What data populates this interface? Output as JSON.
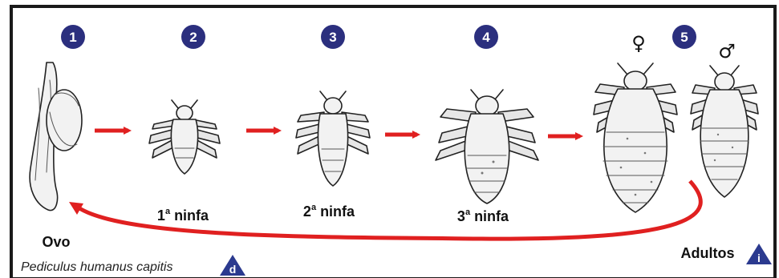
{
  "stages": [
    {
      "number": "1",
      "label": "Ovo"
    },
    {
      "number": "2",
      "label_main": "1",
      "label_sup": "a",
      "label_rest": " ninfa"
    },
    {
      "number": "3",
      "label_main": "2",
      "label_sup": "a",
      "label_rest": " ninfa"
    },
    {
      "number": "4",
      "label_main": "3",
      "label_sup": "a",
      "label_rest": " ninfa"
    },
    {
      "number": "5",
      "label": "Adultos"
    }
  ],
  "symbols": {
    "female": "♀",
    "male": "♂"
  },
  "species_name": "Pediculus humanus capitis",
  "markers": {
    "d": "d",
    "i": "i"
  },
  "colors": {
    "badge": "#2b2f7e",
    "arrow": "#e02020",
    "frame": "#1a1a1a",
    "triangle": "#2b3a8f"
  }
}
